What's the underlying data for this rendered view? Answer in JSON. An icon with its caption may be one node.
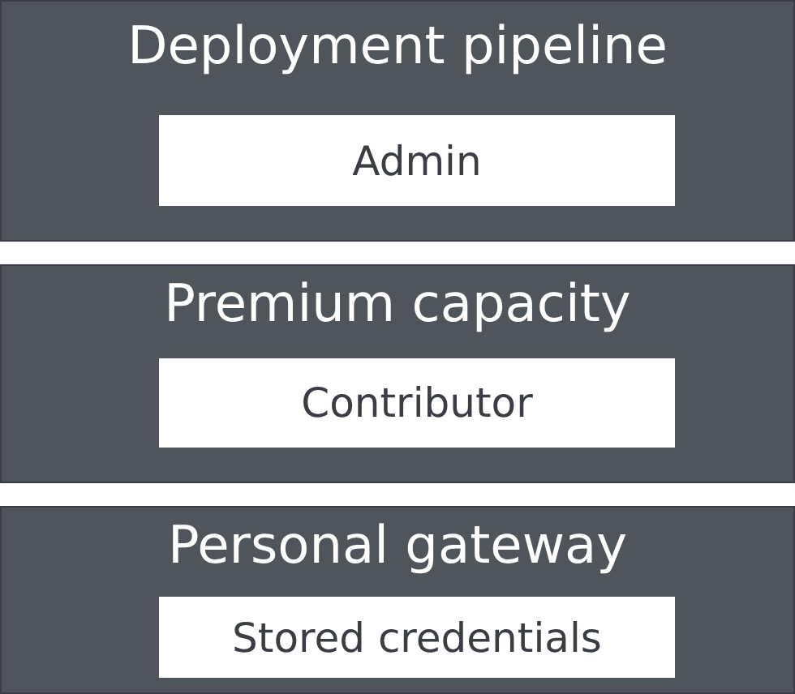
{
  "diagram": {
    "nodes": [
      {
        "text": [
          "Deployment pipeline"
        ]
      },
      {
        "text": [
          "Admin"
        ],
        "in": 0
      },
      {
        "text": [
          "Premium capacity"
        ]
      },
      {
        "text": [
          "Contributor"
        ],
        "in": 2
      },
      {
        "text": [
          "Personal gateway"
        ]
      },
      {
        "text": [
          "Stored credentials"
        ],
        "in": 4
      }
    ]
  }
}
